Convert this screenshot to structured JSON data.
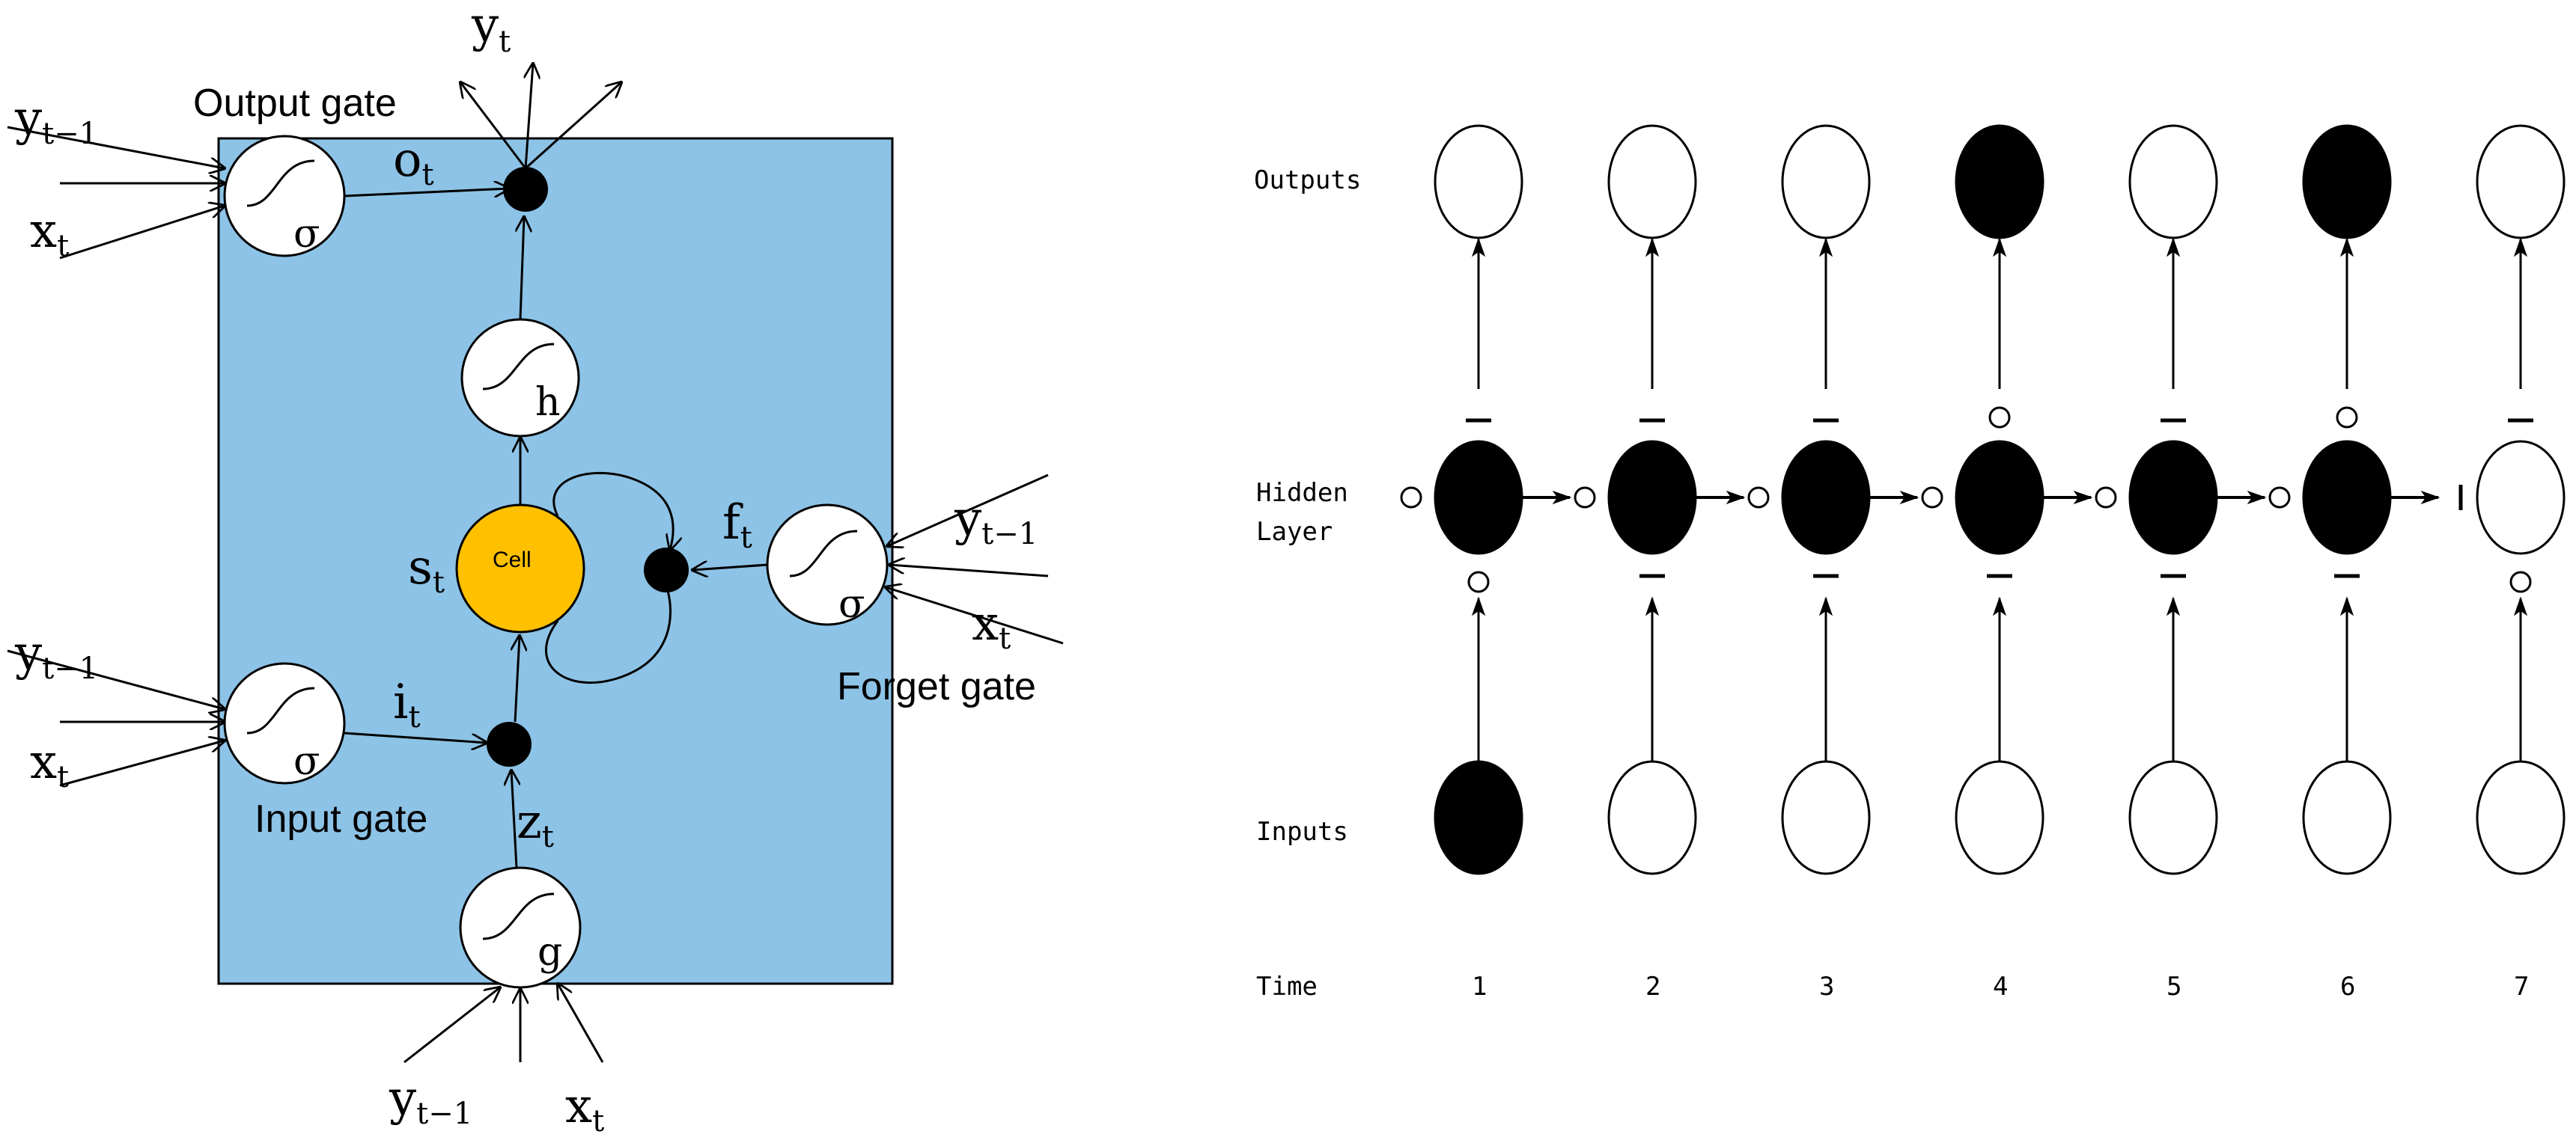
{
  "lstm": {
    "colors": {
      "block": "#8dc3e6",
      "cell": "#ffc000",
      "stroke": "#000000"
    },
    "labels": {
      "output_gate": "Output gate",
      "input_gate": "Input gate",
      "forget_gate": "Forget gate",
      "cell": "Cell",
      "sigma": "σ",
      "h": "h",
      "g": "g"
    },
    "symbols": {
      "y": "y",
      "x": "x",
      "o": "o",
      "i": "i",
      "f": "f",
      "z": "z",
      "s": "s",
      "sub_t": "t",
      "sub_t_minus_1": "t−1"
    }
  },
  "rnn_timeline": {
    "row_labels": {
      "outputs": "Outputs",
      "hidden_line1": "Hidden",
      "hidden_line2": "Layer",
      "inputs": "Inputs",
      "time": "Time"
    },
    "steps": [
      {
        "time": "1",
        "input_filled": true,
        "hidden_filled": true,
        "output_filled": false
      },
      {
        "time": "2",
        "input_filled": false,
        "hidden_filled": true,
        "output_filled": false
      },
      {
        "time": "3",
        "input_filled": false,
        "hidden_filled": true,
        "output_filled": false
      },
      {
        "time": "4",
        "input_filled": false,
        "hidden_filled": true,
        "output_filled": true
      },
      {
        "time": "5",
        "input_filled": false,
        "hidden_filled": true,
        "output_filled": false
      },
      {
        "time": "6",
        "input_filled": false,
        "hidden_filled": true,
        "output_filled": true
      },
      {
        "time": "7",
        "input_filled": false,
        "hidden_filled": false,
        "output_filled": false
      }
    ]
  }
}
